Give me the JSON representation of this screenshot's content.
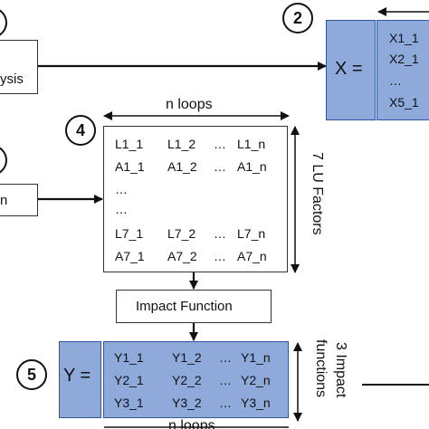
{
  "step_markers": {
    "m2": "2",
    "m4": "4",
    "m5": "5"
  },
  "input_boxes": {
    "analysis": "ysis",
    "lu_input": "n"
  },
  "x_matrix": {
    "label": "X =",
    "rows": [
      "X1_1",
      "X2_1",
      "…",
      "X5_1"
    ]
  },
  "n_loops_label": "n loops",
  "lu_matrix": {
    "rows": [
      [
        "L1_1",
        "L1_2",
        "…",
        "L1_n"
      ],
      [
        "A1_1",
        "A1_2",
        "…",
        "A1_n"
      ],
      [
        "…",
        "",
        "",
        ""
      ],
      [
        "…",
        "",
        "",
        ""
      ],
      [
        "L7_1",
        "L7_2",
        "…",
        "L7_n"
      ],
      [
        "A7_1",
        "A7_2",
        "…",
        "A7_n"
      ]
    ],
    "side_label": "7 LU Factors"
  },
  "impact_function": "Impact Function",
  "y_matrix": {
    "label": "Y =",
    "rows": [
      [
        "Y1_1",
        "Y1_2",
        "…",
        "Y1_n"
      ],
      [
        "Y2_1",
        "Y2_2",
        "…",
        "Y2_n"
      ],
      [
        "Y3_1",
        "Y3_2",
        "…",
        "Y3_n"
      ]
    ],
    "side_label_line1": "3 Impact",
    "side_label_line2": "functions",
    "bottom_label": "n loops"
  },
  "colors": {
    "matrix_fill": "#8eaadb",
    "matrix_border": "#2f5597",
    "line": "#111111"
  }
}
